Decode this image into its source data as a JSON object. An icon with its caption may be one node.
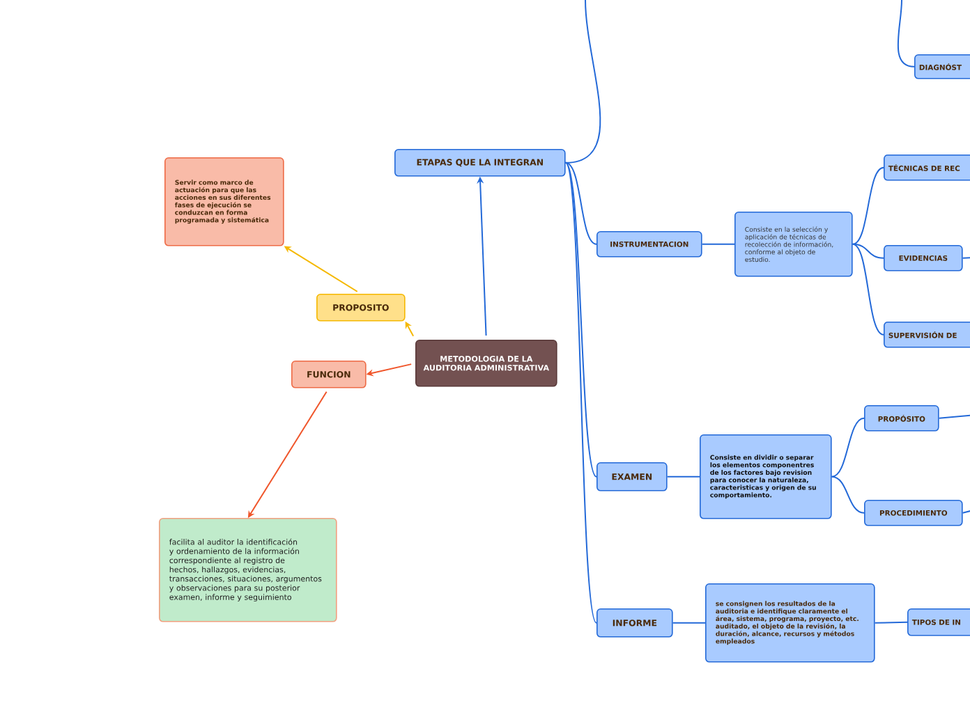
{
  "diagram": {
    "nodes": [
      {
        "text": [
          "METODOLOGIA DE LA AUDITORIA ADMINISTRATIVA"
        ]
      },
      {
        "text": [
          "ETAPAS QUE LA INTEGRAN"
        ]
      },
      {
        "text": [
          "PROPOSITO"
        ]
      },
      {
        "text": [
          "Servir como marco de actuación para que las acciones en sus diferentes fases de ejecución se conduzcan en forma programada y sistemática"
        ]
      },
      {
        "text": [
          "FUNCION"
        ]
      },
      {
        "text": [
          "facilita al auditor la identificación y ordenamiento de la información correspondiente al registro de hechos, hallazgos, evidencias, transacciones, situaciones, argumentos y observaciones para su posterior examen, informe y seguimiento"
        ]
      },
      {
        "text": [
          "DIAGNÓST"
        ]
      },
      {
        "text": [
          "INSTRUMENTACION"
        ]
      },
      {
        "text": [
          "Consiste en la selección y aplicación de técnicas de recolección de información, conforme al objeto de estudio."
        ]
      },
      {
        "text": [
          "TÉCNICAS DE REC"
        ]
      },
      {
        "text": [
          "EVIDENCIAS"
        ]
      },
      {
        "text": [
          "SUPERVISIÓN DE"
        ]
      },
      {
        "text": [
          "EXAMEN"
        ]
      },
      {
        "text": [
          "Consiste en dividir o separar los elementos componentres de los factores bajo revision para conocer la naturaleza, caracteristicas y origen de su comportamiento."
        ]
      },
      {
        "text": [
          "PROPÓSITO"
        ]
      },
      {
        "text": [
          "PROCEDIMIENTO"
        ]
      },
      {
        "text": [
          "INFORME"
        ]
      },
      {
        "text": [
          "se consignen los resultados de la auditoria e identifique claramente el área, sistema, programa, proyecto, etc. auditado, el objeto de la revisión, la duración, alcance, recursos y métodos empleados"
        ]
      },
      {
        "text": [
          "TIPOS DE IN"
        ]
      }
    ],
    "edges": [
      {
        "from": 0,
        "to": 1,
        "arrow": "to"
      },
      {
        "from": 0,
        "to": 2,
        "arrow": "to",
        "color": "#f5b800"
      },
      {
        "from": 2,
        "to": 3,
        "arrow": "to",
        "color": "#f5b800"
      },
      {
        "from": 0,
        "to": 4,
        "arrow": "to",
        "color": "#f0552a"
      },
      {
        "from": 4,
        "to": 5,
        "arrow": "to",
        "color": "#f0552a"
      },
      {
        "from": 1,
        "to": null,
        "arrow": "none"
      },
      {
        "from": null,
        "to": 6,
        "arrow": "none"
      },
      {
        "from": 1,
        "to": 7,
        "arrow": "none"
      },
      {
        "from": 1,
        "to": 12,
        "arrow": "none"
      },
      {
        "from": 1,
        "to": 16,
        "arrow": "none"
      },
      {
        "from": 7,
        "to": 8,
        "arrow": "none"
      },
      {
        "from": 8,
        "to": 9,
        "arrow": "none"
      },
      {
        "from": 8,
        "to": 10,
        "arrow": "none"
      },
      {
        "from": 8,
        "to": 11,
        "arrow": "none"
      },
      {
        "from": 10,
        "to": null,
        "arrow": "none"
      },
      {
        "from": 12,
        "to": 13,
        "arrow": "none"
      },
      {
        "from": 13,
        "to": 14,
        "arrow": "none"
      },
      {
        "from": 13,
        "to": 15,
        "arrow": "none"
      },
      {
        "from": 14,
        "to": null,
        "arrow": "none"
      },
      {
        "from": 15,
        "to": null,
        "arrow": "none"
      },
      {
        "from": 16,
        "to": 17,
        "arrow": "none"
      },
      {
        "from": 17,
        "to": 18,
        "arrow": "none"
      }
    ]
  }
}
